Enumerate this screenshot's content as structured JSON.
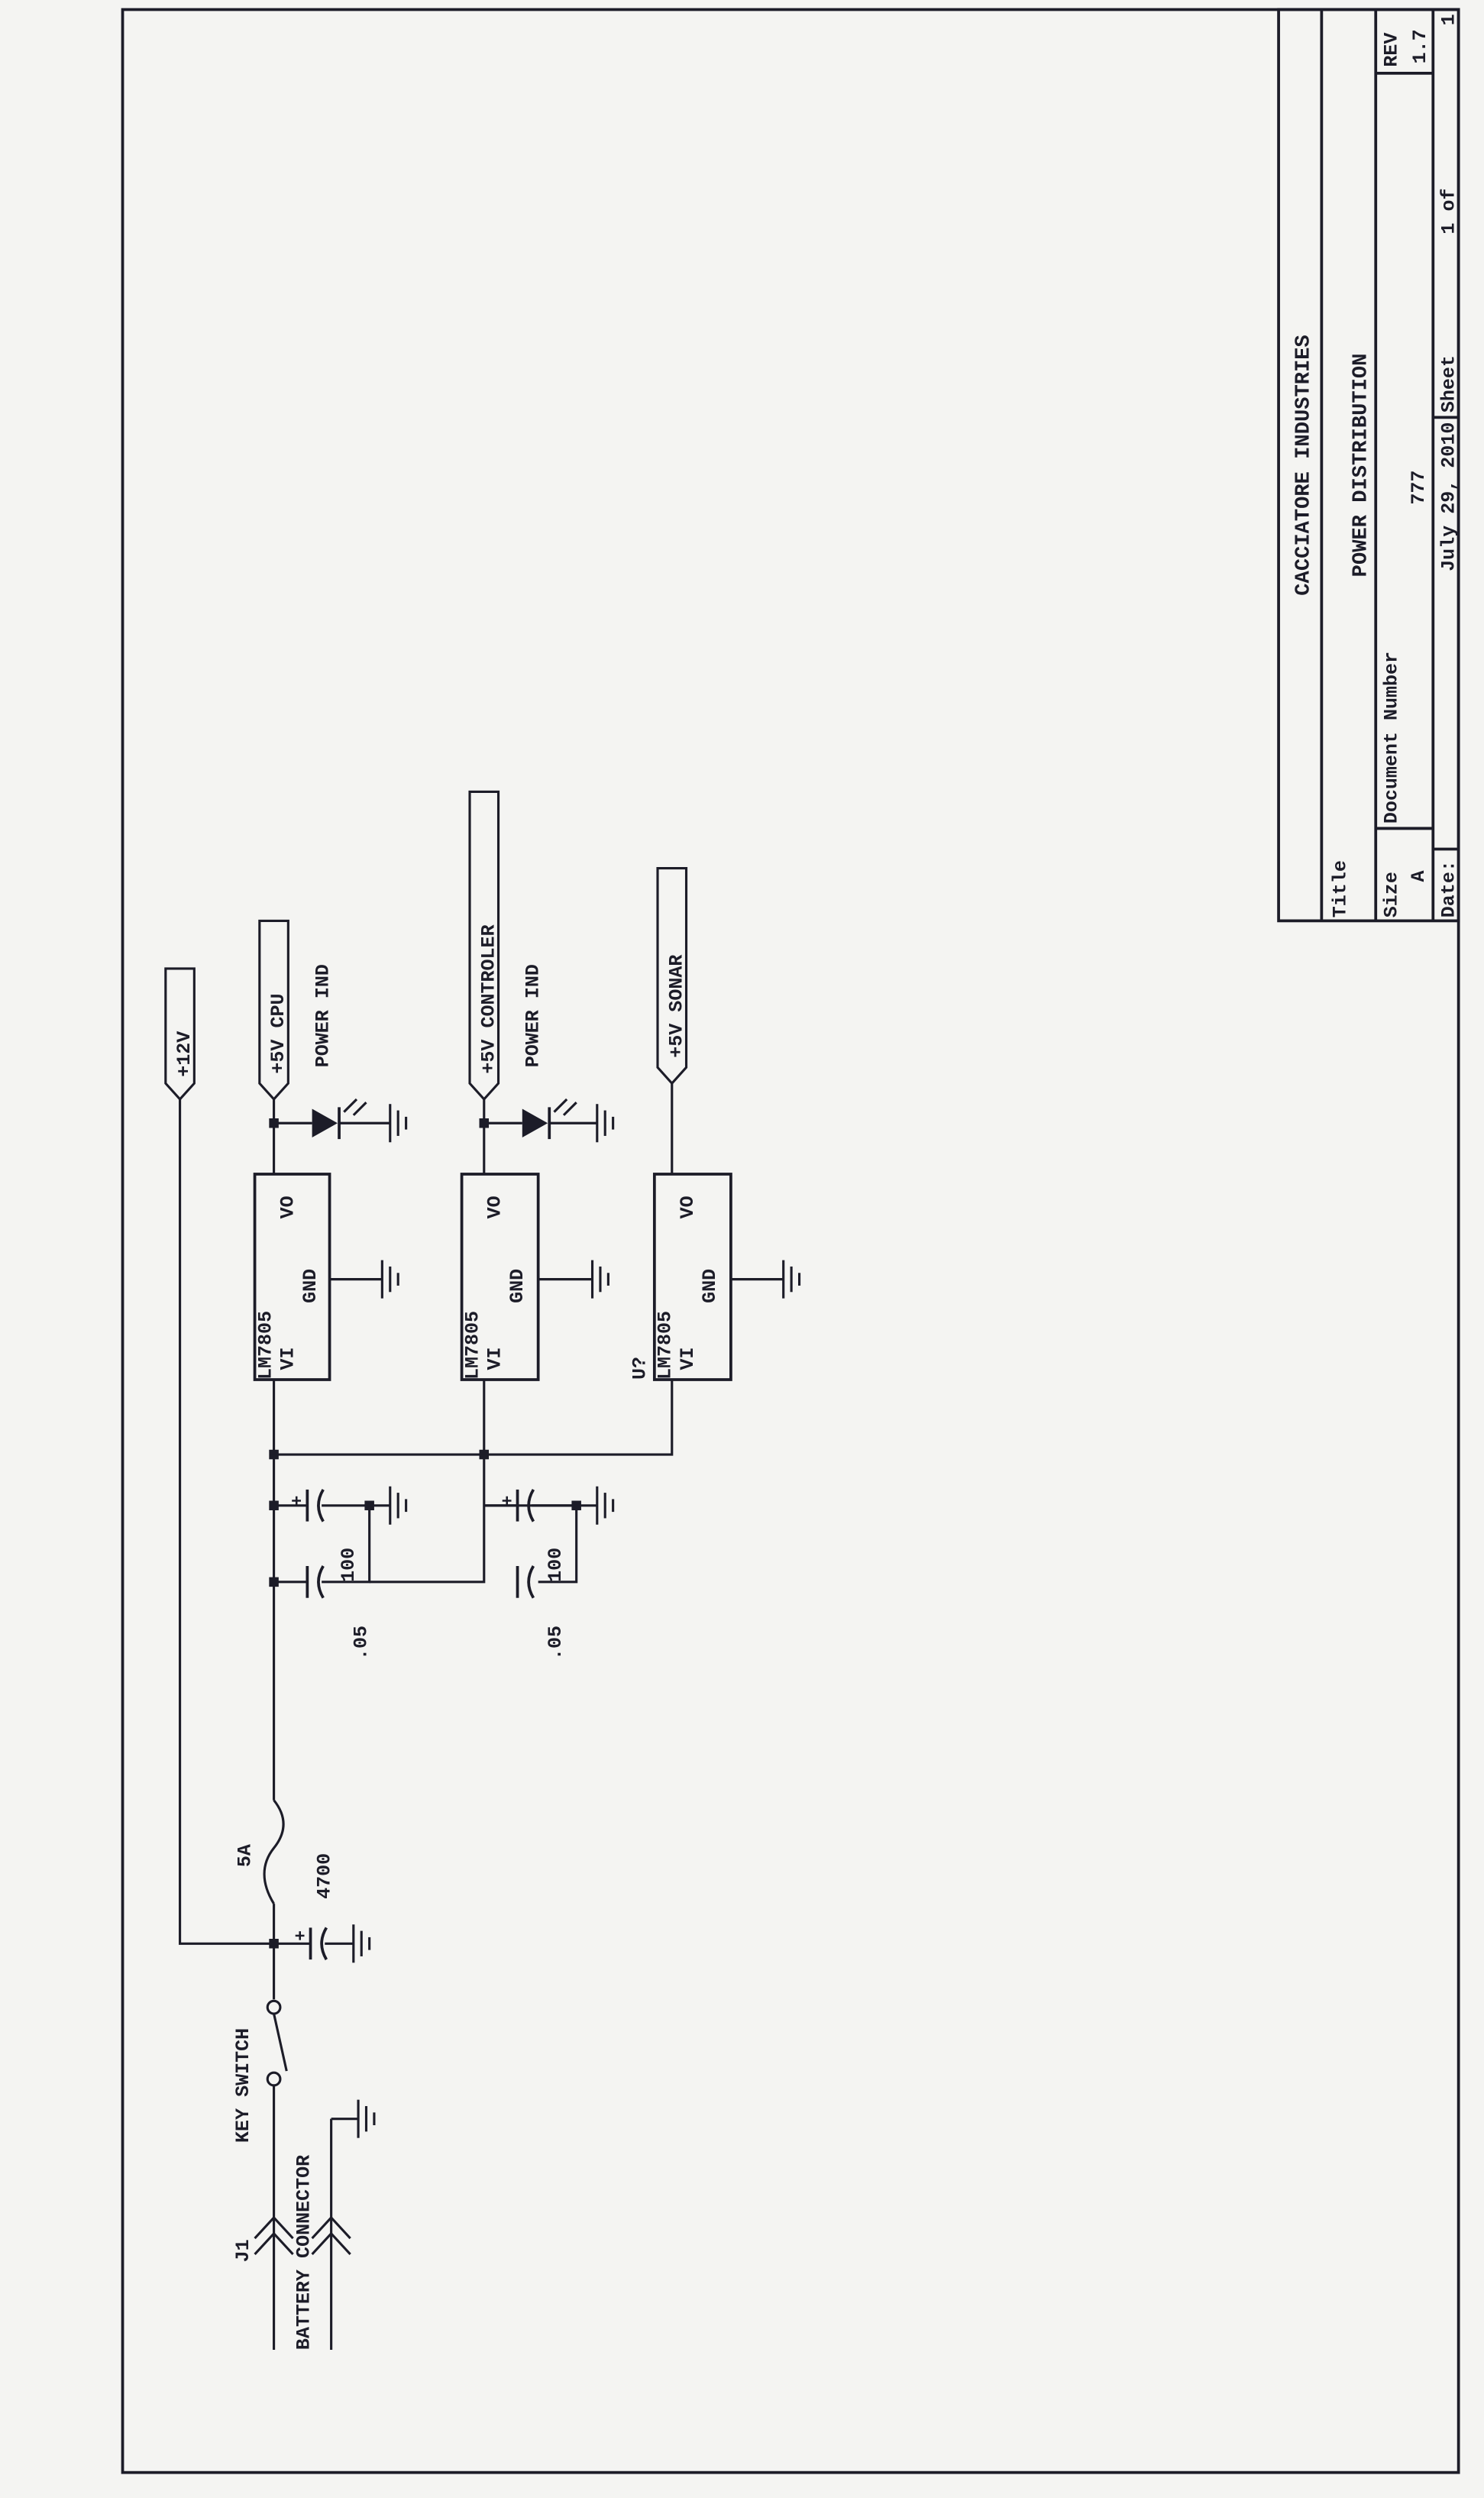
{
  "title_block": {
    "company": "CACCIATORE INDUSTRIES",
    "title_label": "Title",
    "title": "POWER DISTRIBUTION",
    "size_label": "Size",
    "size": "A",
    "doc_number_label": "Document Number",
    "doc_number": "777",
    "rev_label": "REV",
    "rev": "1.7",
    "date_label": "Date:",
    "date": "July 29, 2010",
    "sheet_label": "Sheet",
    "sheet_of": "1 of",
    "sheet_total": "1"
  },
  "nets": {
    "v12": "+12V",
    "cpu": "+5V CPU",
    "controller": "+5V CONTROLER",
    "sonar": "+5V SONAR"
  },
  "regulators": [
    {
      "part": "LM7805",
      "vi": "VI",
      "gnd": "GND",
      "vo": "VO"
    },
    {
      "part": "LM7805",
      "vi": "VI",
      "gnd": "GND",
      "vo": "VO"
    },
    {
      "part": "LM7805",
      "ref": "U?",
      "vi": "VI",
      "gnd": "GND",
      "vo": "VO"
    }
  ],
  "leds": [
    "POWER IND",
    "POWER IND"
  ],
  "caps": {
    "bulk": "100",
    "bypass": ".05",
    "main": "4700",
    "plus": "+"
  },
  "fuse": "5A",
  "switch": "KEY SWITCH",
  "connector": {
    "ref": "J1",
    "label": "BATTERY CONNECTOR"
  }
}
